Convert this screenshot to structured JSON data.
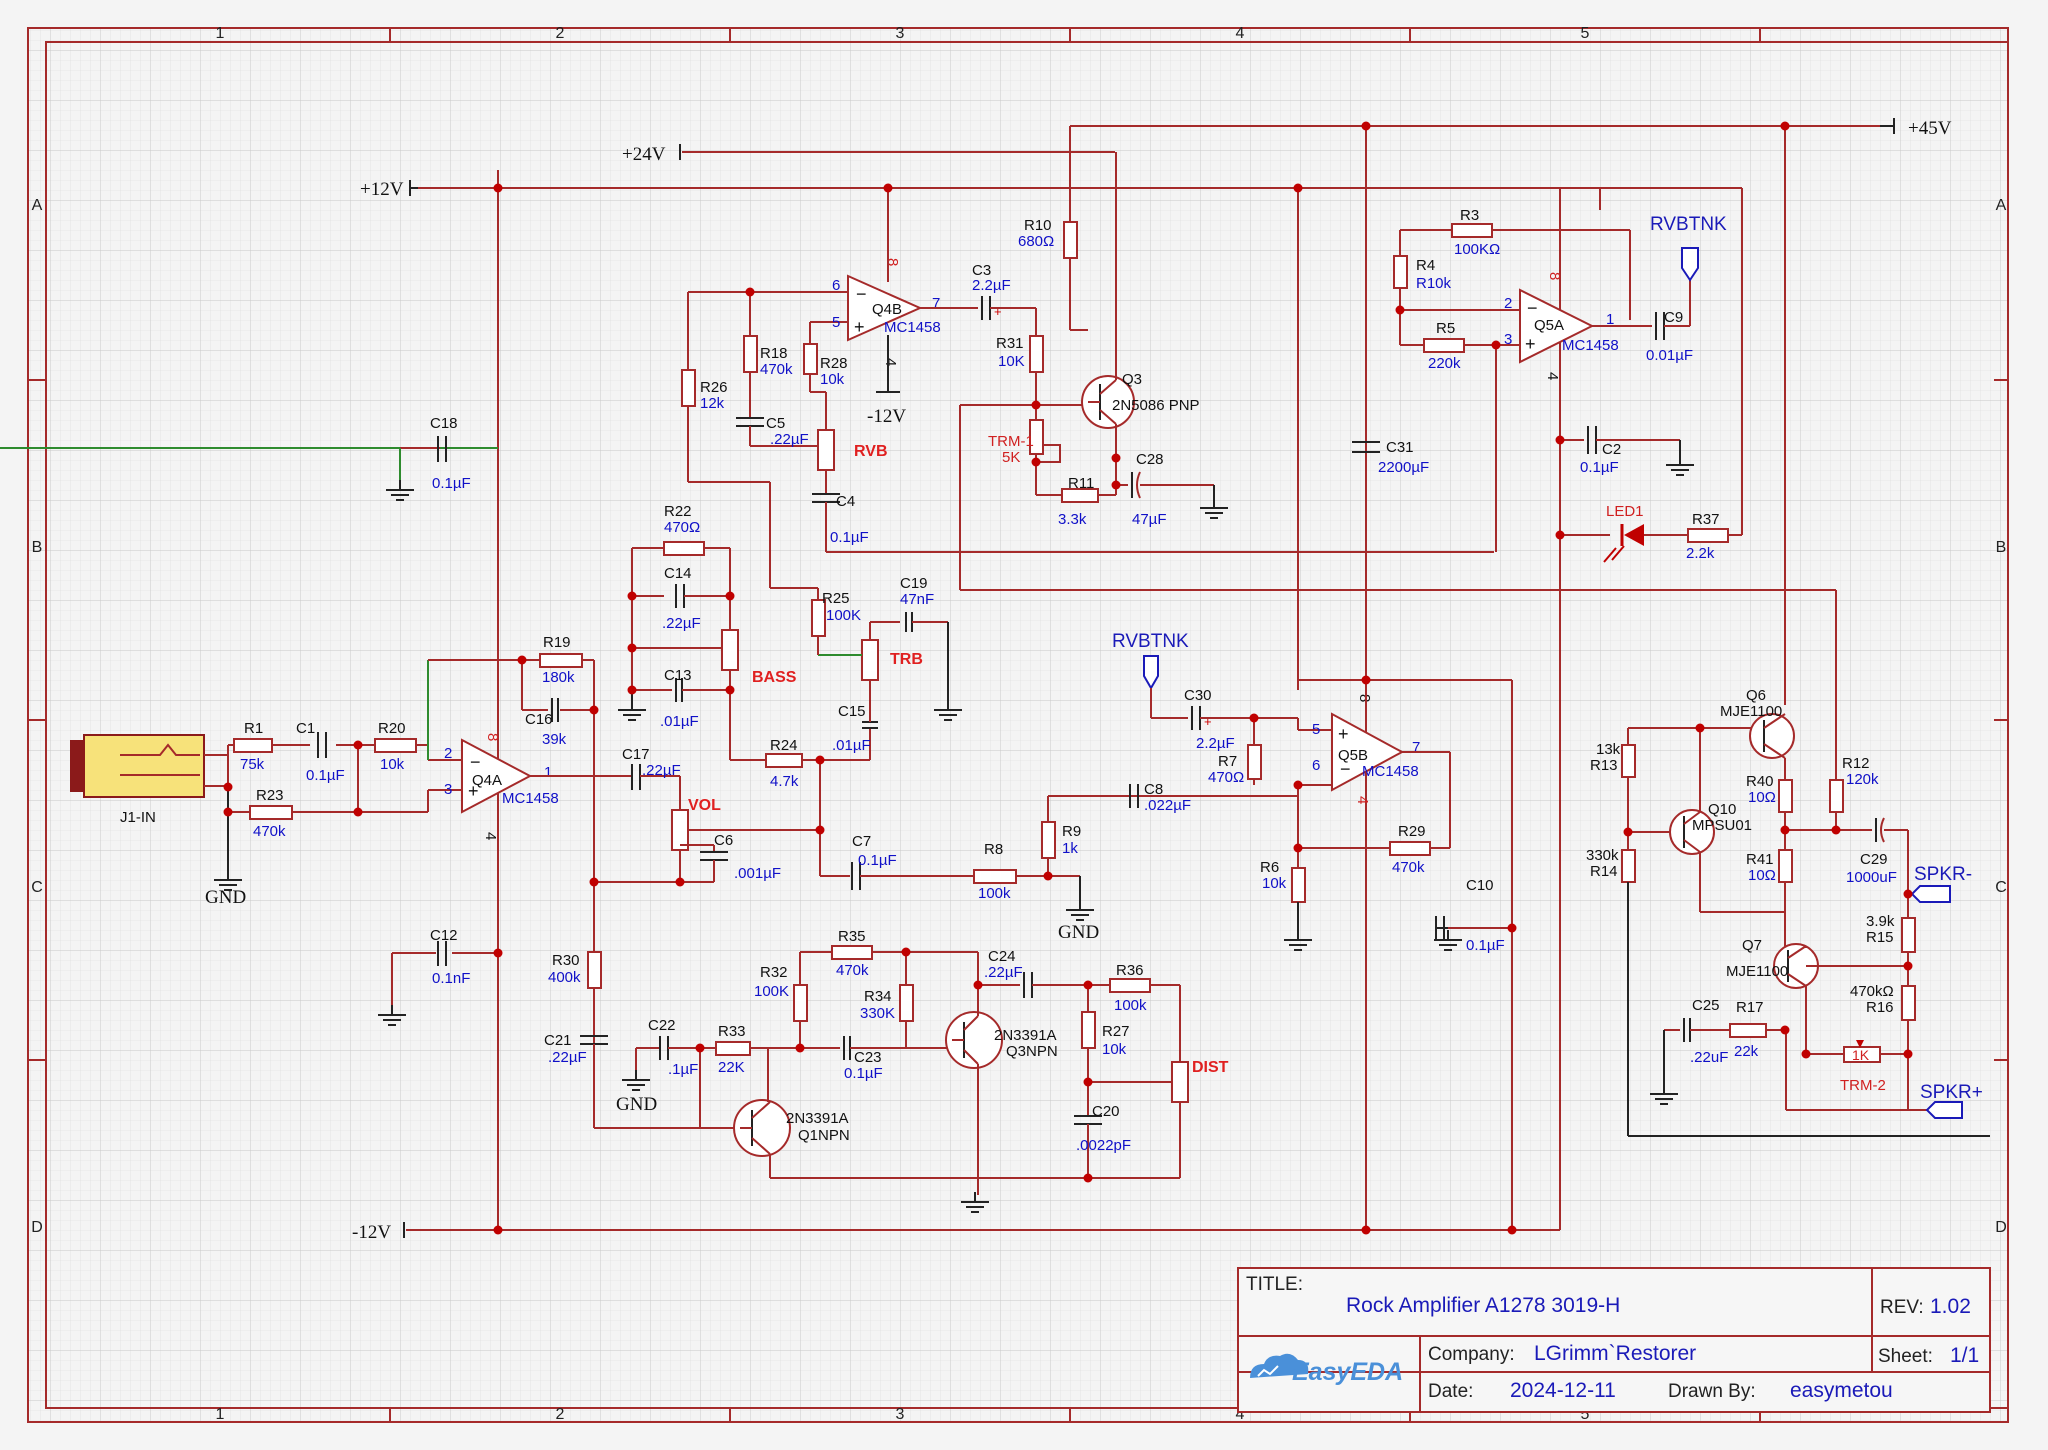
{
  "border": {
    "columns": [
      "1",
      "2",
      "3",
      "4",
      "5"
    ],
    "rows": [
      "A",
      "B",
      "C",
      "D"
    ]
  },
  "rails": {
    "p12": "+12V",
    "p24": "+24V",
    "p45": "+45V",
    "m12": "-12V",
    "m12_q4b": "-12V"
  },
  "ground_labels": {
    "j1": "GND",
    "r8": "GND",
    "c22": "GND"
  },
  "net_flags": {
    "rvbtnk_top": "RVBTNK",
    "rvbtnk_mid": "RVBTNK",
    "spkr_minus": "SPKR-",
    "spkr_plus": "SPKR+"
  },
  "controls": {
    "rvb": "RVB",
    "bass": "BASS",
    "trb": "TRB",
    "vol": "VOL",
    "dist": "DIST"
  },
  "components": {
    "J1": "J1-IN",
    "R1": [
      "R1",
      "75k"
    ],
    "C1": [
      "C1",
      "0.1µF"
    ],
    "R20": [
      "R20",
      "10k"
    ],
    "R23": [
      "R23",
      "470k"
    ],
    "R19": [
      "R19",
      "180k"
    ],
    "C16": [
      "C16",
      "39k"
    ],
    "C17": [
      "C17",
      ".22µF"
    ],
    "Q4A": [
      "Q4A",
      "MC1458"
    ],
    "C18": [
      "C18",
      "0.1µF"
    ],
    "C12": [
      "C12",
      "0.1nF"
    ],
    "R30": [
      "R30",
      "400k"
    ],
    "C21": [
      "C21",
      ".22µF"
    ],
    "C22": [
      "C22",
      ".1µF"
    ],
    "R33": [
      "R33",
      "22K"
    ],
    "Q1": [
      "2N3391A",
      "Q1NPN"
    ],
    "R32": [
      "R32",
      "100K"
    ],
    "R35": [
      "R35",
      "470k"
    ],
    "R34": [
      "R34",
      "330K"
    ],
    "C23": [
      "C23",
      "0.1µF"
    ],
    "Q3N": [
      "2N3391A",
      "Q3NPN"
    ],
    "C24": [
      "C24",
      ".22µF"
    ],
    "R36": [
      "R36",
      "100k"
    ],
    "R27": [
      "R27",
      "10k"
    ],
    "C20": [
      "C20",
      ".0022pF"
    ],
    "R22": [
      "R22",
      "470Ω"
    ],
    "C14": [
      "C14",
      ".22µF"
    ],
    "C13": [
      "C13",
      ".01µF"
    ],
    "R24": [
      "R24",
      "4.7k"
    ],
    "R25": [
      "R25",
      "100K"
    ],
    "C19": [
      "C19",
      "47nF"
    ],
    "C15": [
      "C15",
      ".01µF"
    ],
    "C6": [
      "C6",
      ".001µF"
    ],
    "C7": [
      "C7",
      "0.1µF"
    ],
    "R8": [
      "R8",
      "100k"
    ],
    "R9": [
      "R9",
      "1k"
    ],
    "C8": [
      "C8",
      ".022µF"
    ],
    "C30": [
      "C30",
      "2.2µF"
    ],
    "R7": [
      "R7",
      "470Ω"
    ],
    "Q5B": [
      "Q5B",
      "MC1458"
    ],
    "R6": [
      "R6",
      "10k"
    ],
    "R29": [
      "R29",
      "470k"
    ],
    "C10": [
      "C10",
      "0.1µF"
    ],
    "R26": [
      "R26",
      "12k"
    ],
    "R18": [
      "R18",
      "470k"
    ],
    "C5": [
      "C5",
      ".22µF"
    ],
    "R28": [
      "R28",
      "10k"
    ],
    "C4": [
      "C4",
      "0.1µF"
    ],
    "Q4B": [
      "Q4B",
      "MC1458"
    ],
    "C3": [
      "C3",
      "2.2µF"
    ],
    "R10": [
      "R10",
      "680Ω"
    ],
    "R31": [
      "R31",
      "10K"
    ],
    "Q3P": [
      "Q3",
      "2N5086 PNP"
    ],
    "TRM1": [
      "TRM-1",
      "5K"
    ],
    "R11": [
      "R11",
      "3.3k"
    ],
    "C28": [
      "C28",
      "47µF"
    ],
    "C31": [
      "C31",
      "2200µF"
    ],
    "R3": [
      "R3",
      "100KΩ"
    ],
    "R4": [
      "R4",
      "R10k"
    ],
    "R5": [
      "R5",
      "220k"
    ],
    "Q5A": [
      "Q5A",
      "MC1458"
    ],
    "C9": [
      "C9",
      "0.01µF"
    ],
    "C2": [
      "C2",
      "0.1µF"
    ],
    "LED1": "LED1",
    "R37": [
      "R37",
      "2.2k"
    ],
    "Q6": [
      "Q6",
      "MJE1100"
    ],
    "R13": [
      "13k",
      "R13"
    ],
    "R14": [
      "330k",
      "R14"
    ],
    "Q10": [
      "Q10",
      "MPSU01"
    ],
    "R40": [
      "R40",
      "10Ω"
    ],
    "R41": [
      "R41",
      "10Ω"
    ],
    "R12": [
      "R12",
      "120k"
    ],
    "C29": [
      "C29",
      "1000uF"
    ],
    "Q7": [
      "Q7",
      "MJE1100"
    ],
    "R15": [
      "3.9k",
      "R15"
    ],
    "R16": [
      "470kΩ",
      "R16"
    ],
    "C25": [
      "C25",
      ".22uF"
    ],
    "R17": [
      "R17",
      "22k"
    ],
    "TRM2": [
      "1K",
      "TRM-2"
    ]
  },
  "pin_numbers": {
    "q4a": [
      "2",
      "3",
      "1",
      "8",
      "4"
    ],
    "q4b": [
      "6",
      "5",
      "7",
      "8",
      "4"
    ],
    "q5a": [
      "2",
      "3",
      "1",
      "8",
      "4"
    ],
    "q5b": [
      "5",
      "6",
      "7",
      "8",
      "4"
    ]
  },
  "title_block": {
    "title_label": "TITLE:",
    "title": "Rock Amplifier A1278 3019-H",
    "rev_label": "REV:",
    "rev": "1.02",
    "company_label": "Company:",
    "company": "LGrimm`Restorer",
    "sheet_label": "Sheet:",
    "sheet": "1/1",
    "date_label": "Date:",
    "date": "2024-12-11",
    "drawn_label": "Drawn By:",
    "drawn_by": "easymetou",
    "logo": "EasyEDA"
  }
}
